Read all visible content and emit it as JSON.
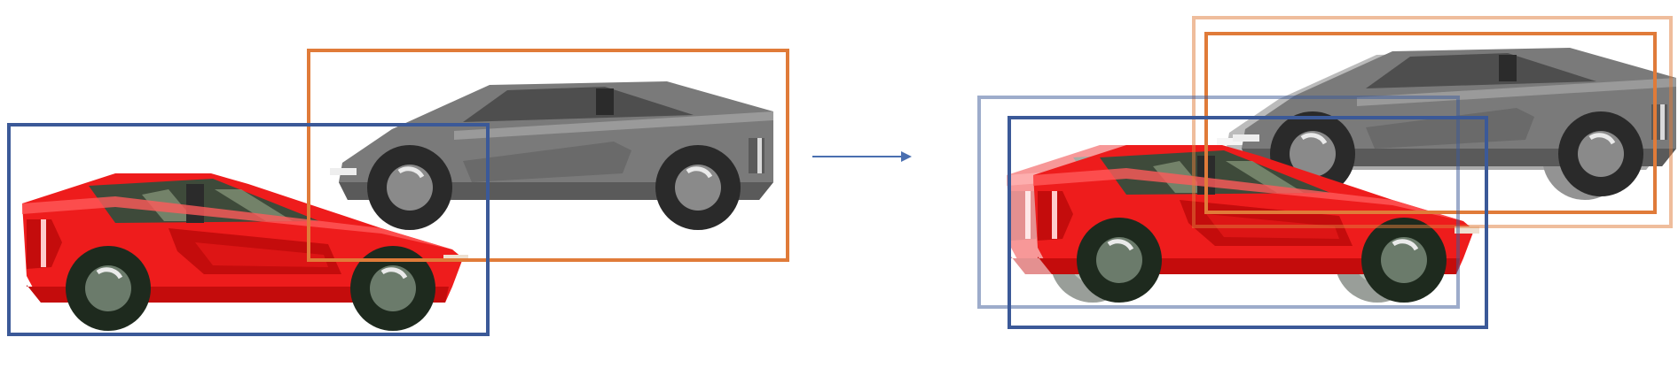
{
  "colors": {
    "blue_box": "#3B5998",
    "orange_box": "#E07B39",
    "arrow": "#4A6FB0",
    "red_body": "#EE1C1C",
    "red_dark": "#C40C0C",
    "gray_body": "#7A7A7A",
    "gray_dark": "#5A5A5A",
    "tire": "#1E2A1E",
    "hub_green": "#6B7B6B",
    "hub_gray": "#8A8A8A"
  },
  "icons": {
    "red_car": "red-sports-car",
    "gray_car": "gray-sports-car",
    "arrow": "right-arrow"
  }
}
